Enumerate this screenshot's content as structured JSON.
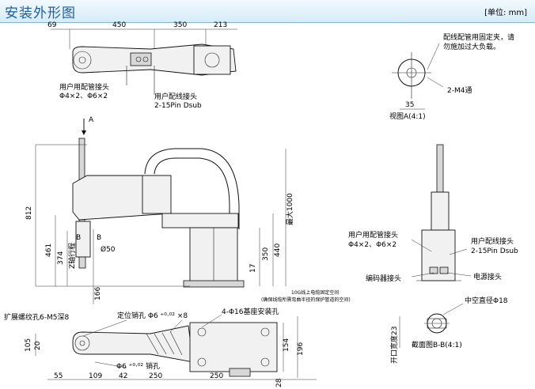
{
  "header": {
    "title": "安装外形图",
    "unit": "[单位: mm]"
  },
  "top_view": {
    "dims": [
      "69",
      "450",
      "350",
      "213"
    ],
    "tube_label": "用户用配管接头",
    "tube_spec": "Φ4×2、Φ6×2",
    "wire_label": "用户配线接头",
    "wire_spec": "2-15Pin Dsub"
  },
  "view_a": {
    "note_line1": "配线配管用固定夹，请",
    "note_line2": "勿施加过大负载。",
    "hole": "2-M4通",
    "dim": "35",
    "caption": "视图A(4:1)"
  },
  "side_view": {
    "arrow_a": "A",
    "dims": [
      "812",
      "461",
      "374",
      "Z轴行程",
      "Ø50",
      "350",
      "440",
      "17",
      "166",
      "最大1000",
      "B",
      "B"
    ],
    "note_line1": "10G线上电缆固定空间",
    "note_line2": "(确保线缆所需弯曲半径的保护管道的空间)"
  },
  "right_view": {
    "tube_label": "用户用配管接头",
    "tube_spec": "Φ4×2、Φ6×2",
    "wire_label": "用户配线接头",
    "wire_spec": "2-15Pin Dsub",
    "encoder": "编码器接头",
    "power": "电源接头"
  },
  "bottom_view": {
    "tap": "扩展螺纹孔6-M5深8",
    "pin_hole_top": "定位销孔 Φ6 ⁺⁰·⁰² ×8",
    "base_holes": "4-Φ16基座安装孔",
    "pin_hole_bottom": "Φ6 ⁺⁰·⁰² 销孔",
    "dims": [
      "105",
      "20",
      "55",
      "109",
      "42",
      "250",
      "250",
      "154",
      "196",
      "28"
    ]
  },
  "section_view": {
    "hollow": "中空直径Φ18",
    "slot": "开口宽度23",
    "caption": "截面图B-B(4:1)"
  }
}
